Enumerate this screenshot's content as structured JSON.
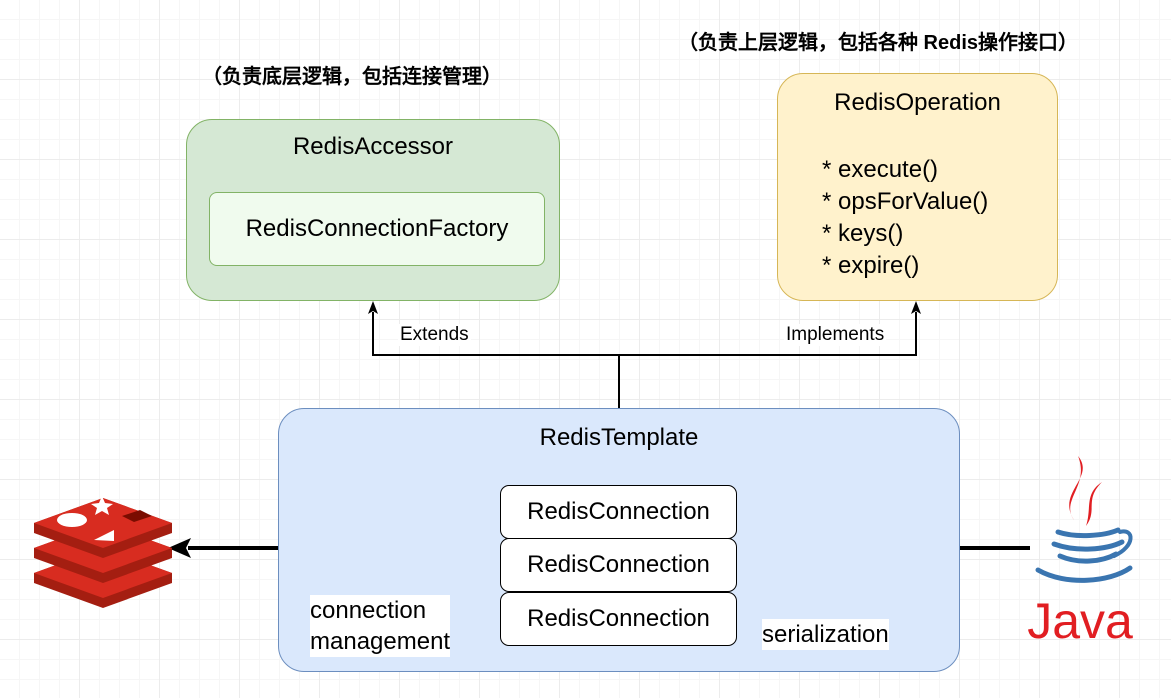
{
  "notes": {
    "accessor_note": "（负责底层逻辑，包括连接管理）",
    "operation_note": "（负责上层逻辑，包括各种 Redis操作接口）"
  },
  "accessor": {
    "title": "RedisAccessor",
    "inner": "RedisConnectionFactory"
  },
  "operation": {
    "title": "RedisOperation",
    "methods": [
      "* execute()",
      "* opsForValue()",
      "* keys()",
      "* expire()"
    ]
  },
  "edges": {
    "extends": "Extends",
    "implements": "Implements"
  },
  "template": {
    "title": "RedisTemplate",
    "connections": [
      "RedisConnection",
      "RedisConnection",
      "RedisConnection"
    ],
    "connection_management": [
      "connection",
      "management"
    ],
    "serialization": "serialization"
  },
  "java_logo": {
    "wordmark": "Java"
  },
  "colors": {
    "accessor_fill": "#d5e8d4",
    "accessor_stroke": "#82b366",
    "operation_fill": "#fff2cc",
    "operation_stroke": "#d6b656",
    "template_fill": "#dae8fc",
    "template_stroke": "#6c8ebf",
    "redis_red": "#c6302b",
    "java_red": "#e11e22",
    "java_blue": "#3a75b0"
  },
  "icons": [
    "redis-logo-icon",
    "java-logo-icon"
  ]
}
